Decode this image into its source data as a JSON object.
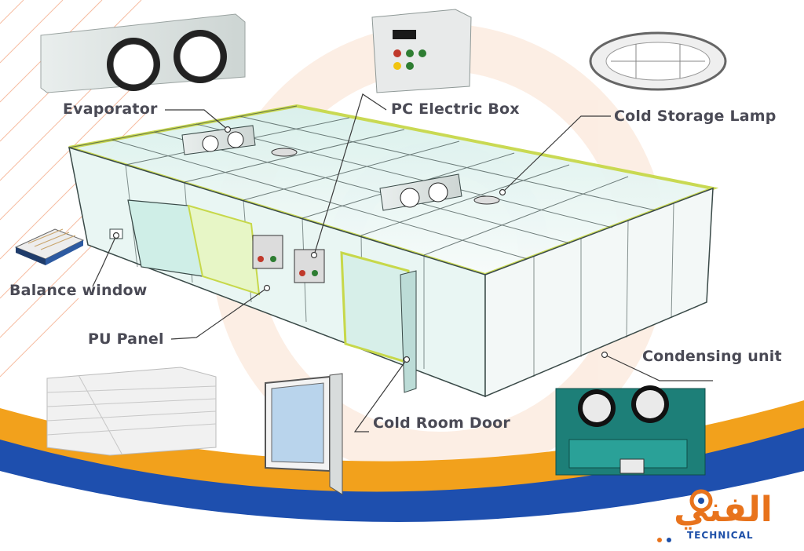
{
  "labels": {
    "evaporator": "Evaporator",
    "pc_electric_box": "PC Electric Box",
    "cold_storage_lamp": "Cold Storage Lamp",
    "balance_window": "Balance window",
    "pu_panel": "PU Panel",
    "condensing_unit": "Condensing unit",
    "cold_room_door": "Cold Room Door"
  },
  "brand": {
    "arabic": "الفني",
    "latin": "TECHNICAL"
  },
  "colors": {
    "wall_tint": "#bfe6e0",
    "roof_edge": "#c7d84a",
    "line": "#3a4a48",
    "brand_orange": "#e8731c",
    "brand_blue": "#1d4fa8",
    "label_text": "#4a4a55"
  }
}
